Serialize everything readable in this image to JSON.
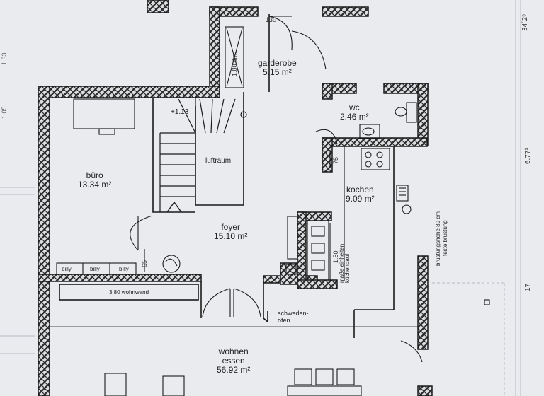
{
  "colors": {
    "paper": "#e9ebef",
    "wall_line": "#1a1a1a",
    "hatch": "#2a2a2a",
    "ink": "#222222"
  },
  "rooms": {
    "garderobe": {
      "name": "garderobe",
      "area": "5.15 m²"
    },
    "wc": {
      "name": "wc",
      "area": "2.46 m²"
    },
    "buero": {
      "name": "büro",
      "area": "13.34 m²"
    },
    "kochen": {
      "name": "kochen",
      "area": "9.09 m²"
    },
    "foyer": {
      "name": "foyer",
      "area": "15.10 m²"
    },
    "wohnen": {
      "name": "wohnen",
      "name2": "essen",
      "area": "56.92 m²"
    }
  },
  "labels": {
    "luftraum": "luftraum",
    "stair_level": "+1.13",
    "closet_dim": "1.80 lfm.",
    "door_130": "130",
    "wohnwand": "3.80 wohnwand",
    "billy": [
      "billy",
      "billy",
      "billy"
    ],
    "dim_65": "65",
    "dim_75": "75",
    "dim_150": "1.50",
    "kitchen_note_1": "maße einheiten",
    "kitchen_note_2": "küchenbau!",
    "schwedenofen_1": "schweden-",
    "schwedenofen_2": "ofen",
    "window_note_1": "brüstungshöhe 89 cm",
    "window_note_2": "feste brüstung",
    "edge_dim_top": "34´2⁵",
    "edge_dim_mid": "6.77¹",
    "edge_dim_low": "17",
    "left_dim_1": "1.33",
    "left_dim_2": "1.05"
  }
}
